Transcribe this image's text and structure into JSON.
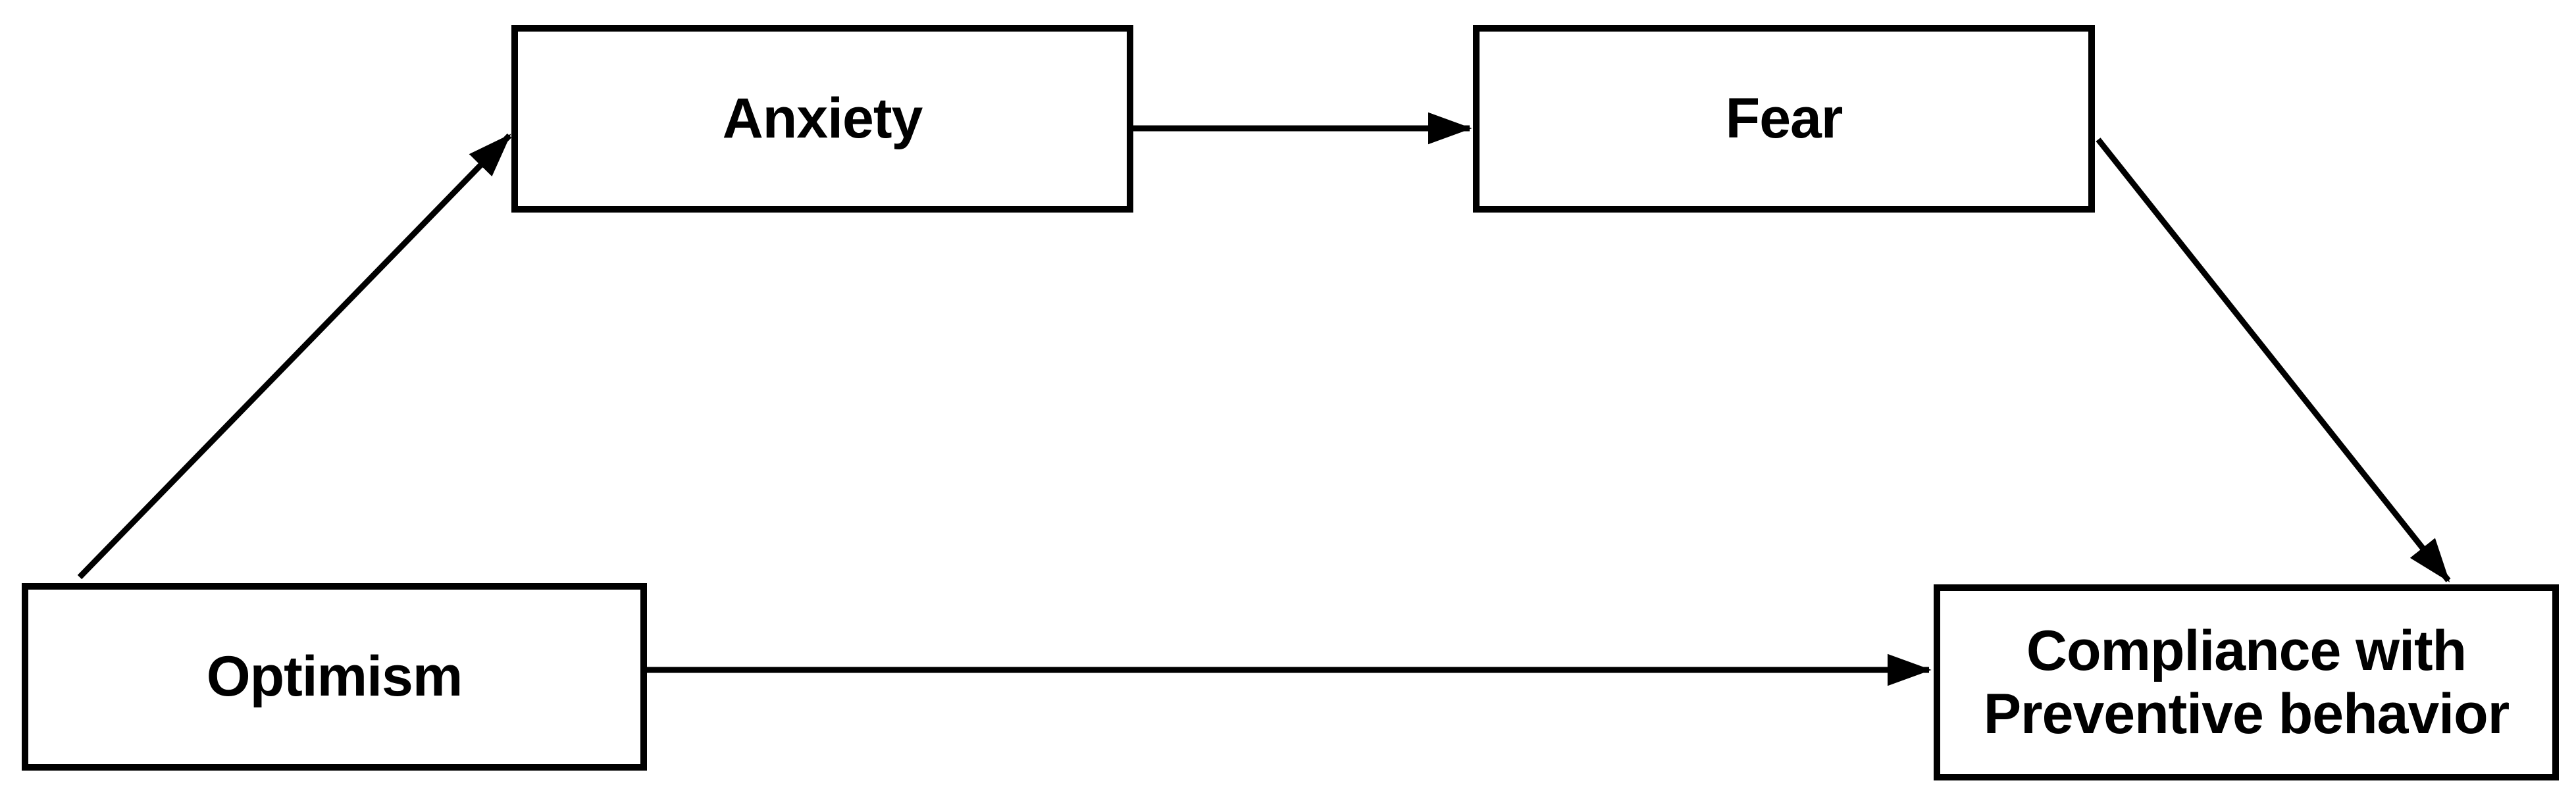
{
  "diagram": {
    "type": "path-model",
    "background_color": "#ffffff",
    "box_fill_color": "#ffffff",
    "box_border_color": "#000000",
    "arrow_color": "#000000",
    "text_color": "#000000",
    "nodes": [
      {
        "id": "anxiety",
        "label": "Anxiety"
      },
      {
        "id": "fear",
        "label": "Fear"
      },
      {
        "id": "optimism",
        "label": "Optimism"
      },
      {
        "id": "compliance",
        "label": "Compliance with\nPreventive behavior"
      }
    ],
    "edges": [
      {
        "from": "optimism",
        "to": "anxiety",
        "style": "straight-arrow"
      },
      {
        "from": "anxiety",
        "to": "fear",
        "style": "straight-arrow"
      },
      {
        "from": "fear",
        "to": "compliance",
        "style": "straight-arrow"
      },
      {
        "from": "optimism",
        "to": "compliance",
        "style": "straight-arrow"
      }
    ]
  }
}
